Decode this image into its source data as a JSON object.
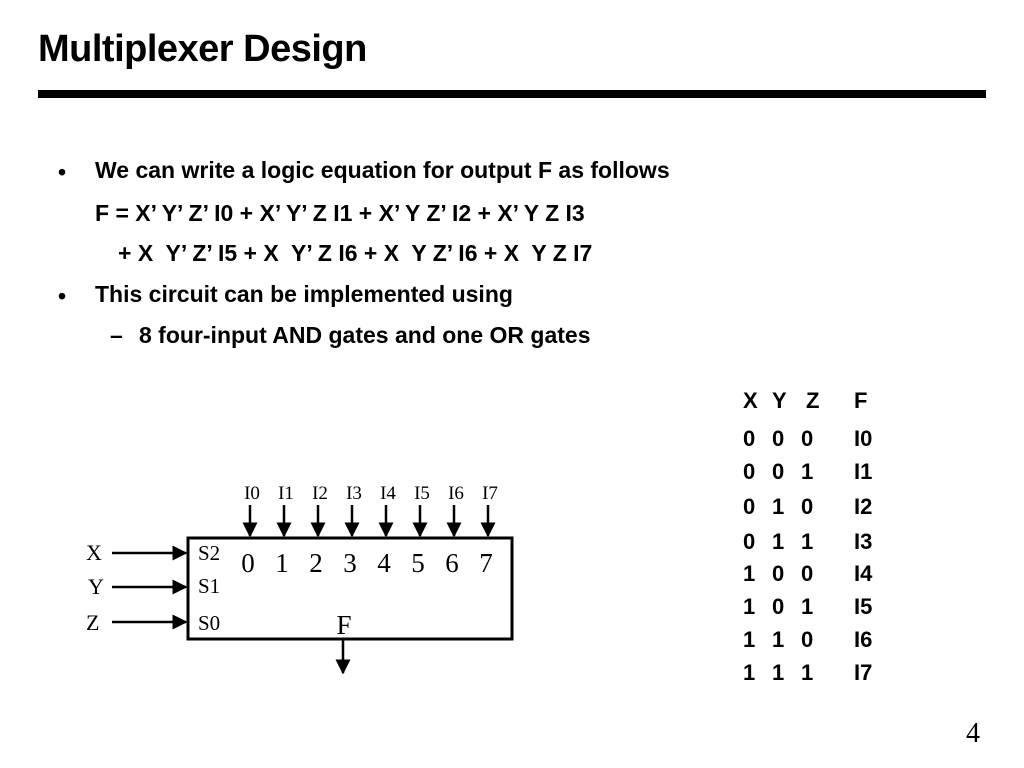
{
  "slide": {
    "title": "Multiplexer Design",
    "page_number": "4"
  },
  "bullets": [
    {
      "marker": "•",
      "lines": [
        "We can write a logic equation for output F as follows",
        "F = X’ Y’ Z’ I0 + X’ Y’ Z I1 + X’ Y Z’ I2 + X’ Y Z I3",
        "+ X  Y’ Z’ I5 + X  Y’ Z I6 + X  Y Z’ I6 + X  Y Z I7"
      ]
    },
    {
      "marker": "•",
      "lines": [
        "This circuit can be implemented using"
      ]
    }
  ],
  "sub_bullet": {
    "marker": "–",
    "text": "8 four-input AND gates and one OR gates"
  },
  "truth_table": {
    "headers": [
      "X",
      "Y",
      "Z",
      "F"
    ],
    "rows": [
      [
        "0",
        "0",
        "0",
        "I0"
      ],
      [
        "0",
        "0",
        "1",
        "I1"
      ],
      [
        "0",
        "1",
        "0",
        "I2"
      ],
      [
        "0",
        "1",
        "1",
        "I3"
      ],
      [
        "1",
        "0",
        "0",
        "I4"
      ],
      [
        "1",
        "0",
        "1",
        "I5"
      ],
      [
        "1",
        "1",
        "0",
        "I6"
      ],
      [
        "1",
        "1",
        "1",
        "I7"
      ]
    ]
  },
  "mux": {
    "data_inputs": [
      "I0",
      "I1",
      "I2",
      "I3",
      "I4",
      "I5",
      "I6",
      "I7"
    ],
    "port_numbers": [
      "0",
      "1",
      "2",
      "3",
      "4",
      "5",
      "6",
      "7"
    ],
    "select_signals": [
      "X",
      "Y",
      "Z"
    ],
    "select_ports": [
      "S2",
      "S1",
      "S0"
    ],
    "output": "F"
  }
}
